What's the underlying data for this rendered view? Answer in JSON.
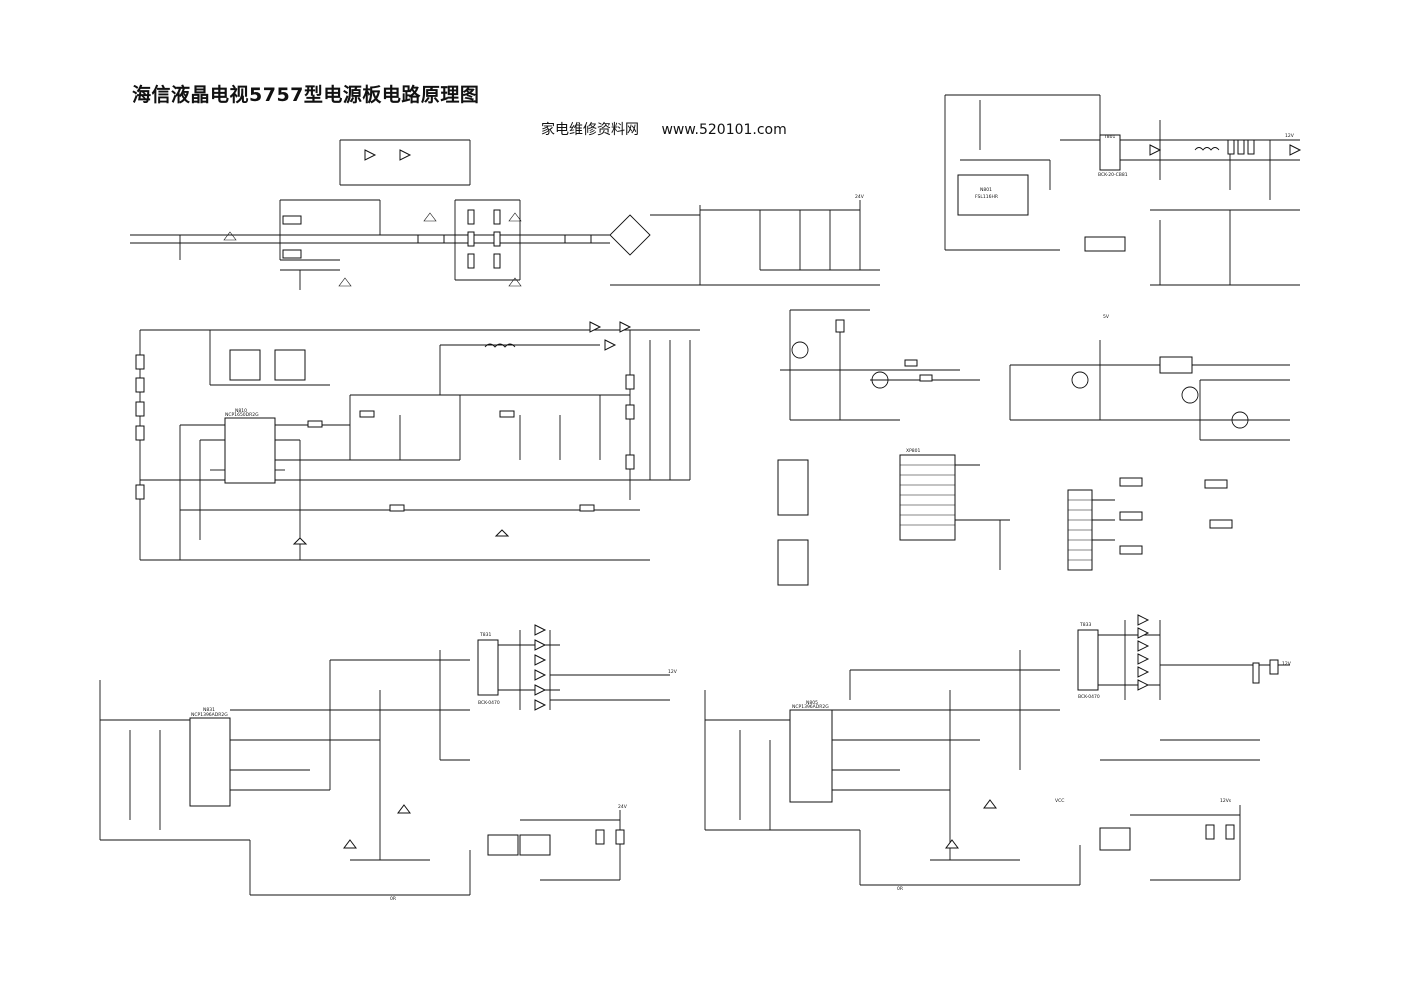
{
  "title": "海信液晶电视5757型电源板电路原理图",
  "site": {
    "name": "家电维修资料网",
    "url": "www.520101.com"
  },
  "labels": {
    "ic_n810": "N810",
    "ic_n810_part": "NCP1650DR2G",
    "ic_n831": "N831",
    "ic_n831_part": "NCP1396ADR2G",
    "ic_n805": "N805",
    "ic_n805_part": "NCP1396ADR2G",
    "ic_n801": "N801",
    "ic_n801_part": "FSL116HR",
    "t831": "T831",
    "t831_part": "BCK-0470",
    "t833": "T833",
    "t833_part": "BCK-0470",
    "t801": "T801",
    "t801_part": "BCK-20-CB81",
    "xp801": "XP801",
    "v12": "12V",
    "v24": "24V",
    "v5": "5V",
    "v12s": "12Vs",
    "vcc": "VCC",
    "r807": "0R",
    "r809": "0R"
  }
}
